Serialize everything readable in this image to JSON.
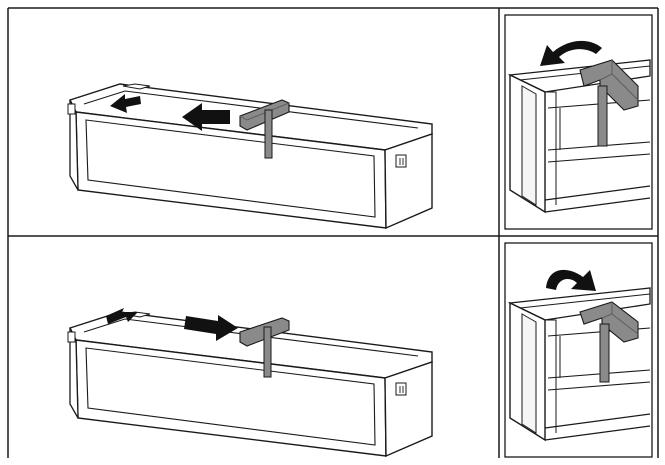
{
  "figure": {
    "description_text": "",
    "panels": [
      {
        "id": "step-1",
        "view": "overview",
        "action": "slide-divider-left",
        "arrow_direction": "left"
      },
      {
        "id": "step-1-detail",
        "view": "detail",
        "action": "tilt-divider-left",
        "arrow_direction": "counterclockwise"
      },
      {
        "id": "step-2",
        "view": "overview",
        "action": "slide-divider-right",
        "arrow_direction": "right"
      },
      {
        "id": "step-2-detail",
        "view": "detail",
        "action": "tilt-divider-right",
        "arrow_direction": "clockwise"
      }
    ],
    "colors": {
      "line": "#1a1a1a",
      "tray_fill": "#ffffff",
      "tray_inner": "#f1f1f1",
      "divider": "#8a8a8a",
      "divider_dark": "#5d5d5d",
      "arrow": "#111111"
    },
    "icons": [
      "slide-arrow-icon",
      "curved-arrow-icon",
      "tray-divider-icon"
    ]
  }
}
